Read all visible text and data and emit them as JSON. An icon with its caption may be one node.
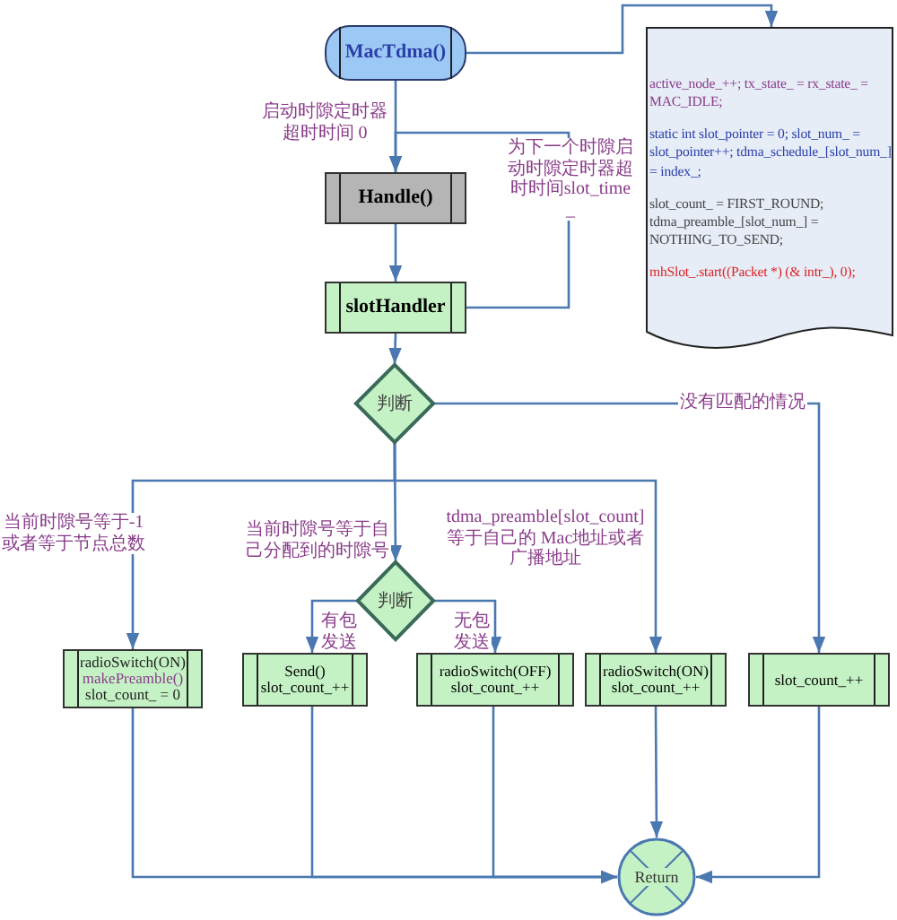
{
  "diagram": {
    "nodes": [
      {
        "text": [
          "MacTdma()"
        ]
      },
      {
        "text": [
          "active_node_++; tx_state_ = rx_state_ = MAC_IDLE;",
          "static int slot_pointer = 0; slot_num_ = slot_pointer++; tdma_schedule_[slot_num_] = index_;",
          "slot_count_ = FIRST_ROUND; tdma_preamble_[slot_num_] = NOTHING_TO_SEND;",
          "mhSlot_.start((Packet *) (& intr_), 0);"
        ]
      },
      {
        "text": [
          "Handle()"
        ]
      },
      {
        "text": [
          "slotHandler"
        ]
      },
      {
        "text": [
          "判断"
        ]
      },
      {
        "text": [
          "判断"
        ]
      },
      {
        "text": [
          "radioSwitch(ON)",
          "makePreamble()",
          "slot_count_ = 0"
        ]
      },
      {
        "text": [
          "Send()",
          "slot_count_++"
        ]
      },
      {
        "text": [
          "radioSwitch(OFF)",
          "slot_count_++"
        ]
      },
      {
        "text": [
          "radioSwitch(ON)",
          "slot_count_++"
        ]
      },
      {
        "text": [
          "slot_count_++"
        ]
      },
      {
        "text": [
          "Return"
        ]
      }
    ],
    "edges": [
      {
        "from": 0,
        "to": 1,
        "arrow": "to"
      },
      {
        "from": 0,
        "to": 2,
        "arrow": "to",
        "label": "启动时隙定时器超时时间 0"
      },
      {
        "from": 2,
        "to": 3,
        "arrow": "to"
      },
      {
        "from": 3,
        "to": 2,
        "arrow": "to",
        "label": "为下一个时隙启动时隙定时器超时时间slot_time_"
      },
      {
        "from": 3,
        "to": 4,
        "arrow": "to"
      },
      {
        "from": 4,
        "to": 6,
        "arrow": "to",
        "label": "当前时隙号等于-1或者等于节点总数"
      },
      {
        "from": 4,
        "to": 5,
        "arrow": "to",
        "label": "当前时隙号等于自己分配到的时隙号"
      },
      {
        "from": 4,
        "to": 9,
        "arrow": "to",
        "label": "tdma_preamble[slot_count] 等于自己的 Mac地址或者广播地址"
      },
      {
        "from": 4,
        "to": 10,
        "arrow": "to",
        "label": "没有匹配的情况"
      },
      {
        "from": 5,
        "to": 7,
        "arrow": "to",
        "label": "有包发送"
      },
      {
        "from": 5,
        "to": 8,
        "arrow": "to",
        "label": "无包发送"
      },
      {
        "from": 6,
        "to": 11,
        "arrow": "to"
      },
      {
        "from": 7,
        "to": 11,
        "arrow": "to"
      },
      {
        "from": 8,
        "to": 11,
        "arrow": "to"
      },
      {
        "from": 9,
        "to": 11,
        "arrow": "to"
      },
      {
        "from": 10,
        "to": 11,
        "arrow": "to"
      }
    ]
  }
}
